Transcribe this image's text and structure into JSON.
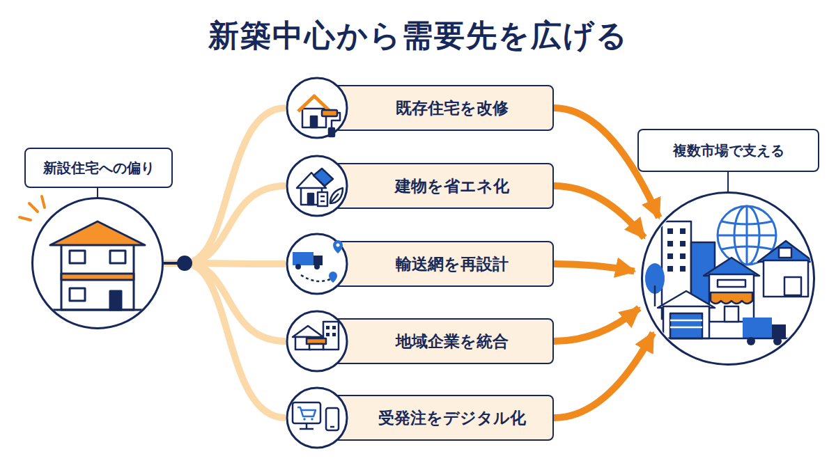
{
  "diagram": {
    "title": "新築中心から需要先を広げる",
    "nodes": [
      {
        "text": [
          "新設住宅への偏り"
        ]
      },
      {
        "text": [
          "既存住宅を改修"
        ]
      },
      {
        "text": [
          "建物を省エネ化"
        ]
      },
      {
        "text": [
          "輸送網を再設計"
        ]
      },
      {
        "text": [
          "地域企業を統合"
        ]
      },
      {
        "text": [
          "受発注をデジタル化"
        ]
      },
      {
        "text": [
          "複数市場で支える"
        ]
      }
    ],
    "edges": [
      {
        "from": 0,
        "to": 1,
        "arrow": "none"
      },
      {
        "from": 0,
        "to": 2,
        "arrow": "none"
      },
      {
        "from": 0,
        "to": 3,
        "arrow": "none"
      },
      {
        "from": 0,
        "to": 4,
        "arrow": "none"
      },
      {
        "from": 0,
        "to": 5,
        "arrow": "none"
      },
      {
        "from": 1,
        "to": 6,
        "arrow": "to"
      },
      {
        "from": 2,
        "to": 6,
        "arrow": "to"
      },
      {
        "from": 3,
        "to": 6,
        "arrow": "to"
      },
      {
        "from": 4,
        "to": 6,
        "arrow": "to"
      },
      {
        "from": 5,
        "to": 6,
        "arrow": "to"
      }
    ]
  }
}
